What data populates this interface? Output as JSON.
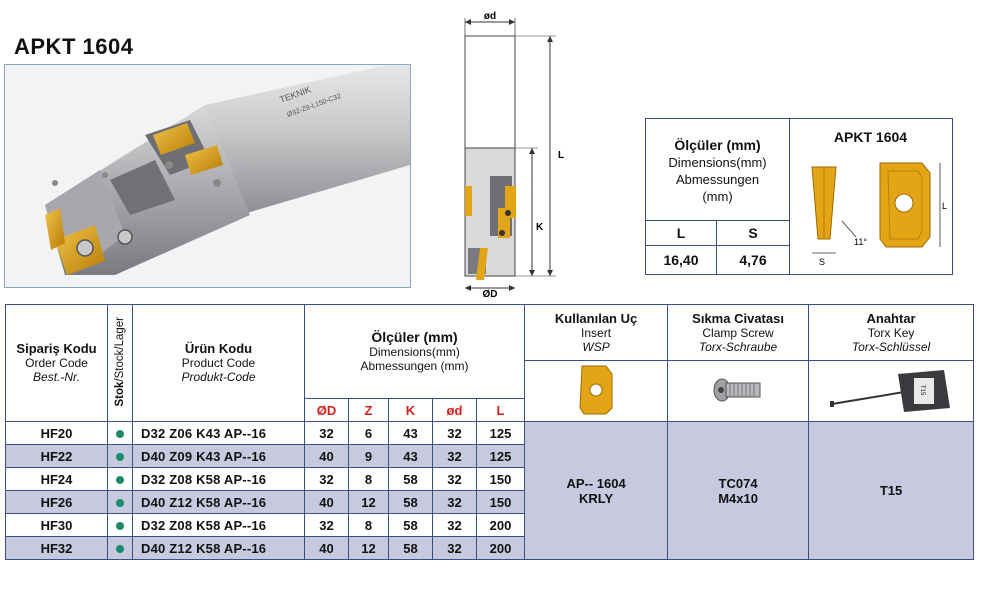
{
  "title": "APKT 1604",
  "photo": {
    "tool_marking": "TEKNIK",
    "tool_code": "Ø32-Z8-L150-C32"
  },
  "drawing": {
    "od_label": "ød",
    "OD_label": "ØD",
    "L_label": "L",
    "K_label": "K"
  },
  "dimension_box": {
    "header_bold": "Ölçüler (mm)",
    "header_lines": [
      "Dimensions(mm)",
      "Abmessungen",
      "(mm)"
    ],
    "col_L": "L",
    "col_S": "S",
    "val_L": "16,40",
    "val_S": "4,76",
    "insert_title": "APKT 1604",
    "angle_label": "11°",
    "s_label": "S",
    "l_label": "L"
  },
  "table": {
    "col_order": {
      "bold": "Sipariş Kodu",
      "sub": "Order Code",
      "it": "Best.-Nr."
    },
    "col_stock": {
      "bold": "Stok",
      "rest": "/Stock/Lager"
    },
    "col_product": {
      "bold": "Ürün Kodu",
      "sub": "Product Code",
      "it": "Produkt-Code"
    },
    "col_dims": {
      "bold": "Ölçüler (mm)",
      "sub1": "Dimensions(mm)",
      "sub2": "Abmessungen (mm)"
    },
    "col_insert": {
      "bold": "Kullanılan Uç",
      "sub": "Insert",
      "it": "WSP"
    },
    "col_screw": {
      "bold": "Sıkma Civatası",
      "sub": "Clamp Screw",
      "it": "Torx-Schraube"
    },
    "col_key": {
      "bold": "Anahtar",
      "sub": "Torx Key",
      "it": "Torx-Schlüssel"
    },
    "dim_cols": [
      "ØD",
      "Z",
      "K",
      "ød",
      "L"
    ],
    "rows": [
      {
        "order": "HF20",
        "product": "D32 Z06 K43 AP--16",
        "OD": "32",
        "Z": "6",
        "K": "43",
        "od": "32",
        "L": "125"
      },
      {
        "order": "HF22",
        "product": "D40 Z09 K43 AP--16",
        "OD": "40",
        "Z": "9",
        "K": "43",
        "od": "32",
        "L": "125"
      },
      {
        "order": "HF24",
        "product": "D32 Z08 K58 AP--16",
        "OD": "32",
        "Z": "8",
        "K": "58",
        "od": "32",
        "L": "150"
      },
      {
        "order": "HF26",
        "product": "D40 Z12 K58 AP--16",
        "OD": "40",
        "Z": "12",
        "K": "58",
        "od": "32",
        "L": "150"
      },
      {
        "order": "HF30",
        "product": "D32 Z08 K58 AP--16",
        "OD": "32",
        "Z": "8",
        "K": "58",
        "od": "32",
        "L": "200"
      },
      {
        "order": "HF32",
        "product": "D40 Z12 K58 AP--16",
        "OD": "40",
        "Z": "12",
        "K": "58",
        "od": "32",
        "L": "200"
      }
    ],
    "insert_value": [
      "AP-- 1604",
      "KRLY"
    ],
    "screw_value": [
      "TC074",
      "M4x10"
    ],
    "key_value": "T15",
    "key_tag": "T15",
    "colors": {
      "border": "#3a4f86",
      "alt_row": "#c7c9df",
      "stock_dot": "#1b8a6b",
      "dim_header": "#d62020",
      "insert": "#e3a515"
    }
  }
}
